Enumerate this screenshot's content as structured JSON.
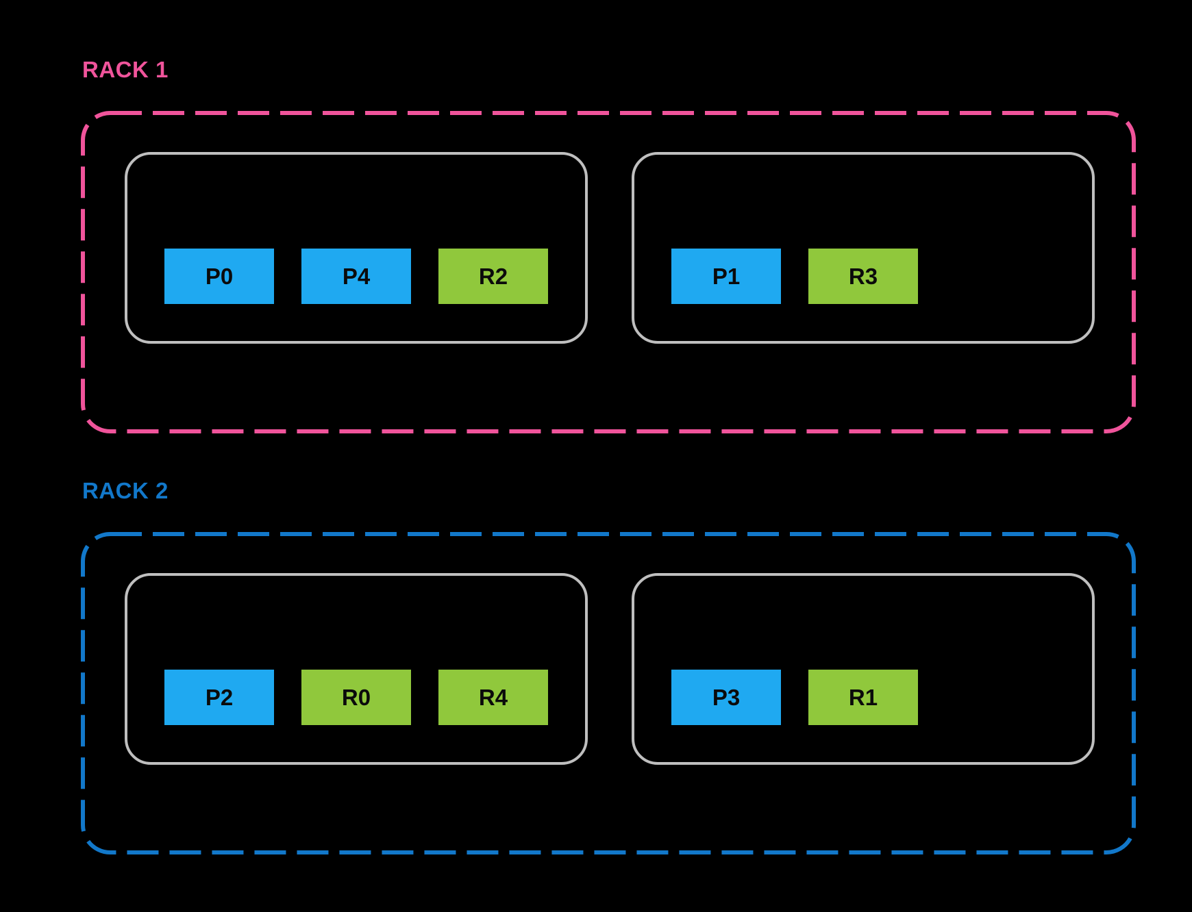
{
  "colors": {
    "background": "#000000",
    "rack1_accent": "#F0549B",
    "rack2_accent": "#1278CA",
    "primary_block": "#1FA9F1",
    "replica_block": "#90C83C",
    "host_border": "#BFBFBF",
    "block_text": "#0B0B0B"
  },
  "racks": [
    {
      "label": "RACK 1",
      "accent": "#F0549B",
      "hosts": [
        {
          "blocks": [
            {
              "label": "P0",
              "type": "primary"
            },
            {
              "label": "P4",
              "type": "primary"
            },
            {
              "label": "R2",
              "type": "replica"
            }
          ]
        },
        {
          "blocks": [
            {
              "label": "P1",
              "type": "primary"
            },
            {
              "label": "R3",
              "type": "replica"
            }
          ]
        }
      ]
    },
    {
      "label": "RACK 2",
      "accent": "#1278CA",
      "hosts": [
        {
          "blocks": [
            {
              "label": "P2",
              "type": "primary"
            },
            {
              "label": "R0",
              "type": "replica"
            },
            {
              "label": "R4",
              "type": "replica"
            }
          ]
        },
        {
          "blocks": [
            {
              "label": "P3",
              "type": "primary"
            },
            {
              "label": "R1",
              "type": "replica"
            }
          ]
        }
      ]
    }
  ]
}
